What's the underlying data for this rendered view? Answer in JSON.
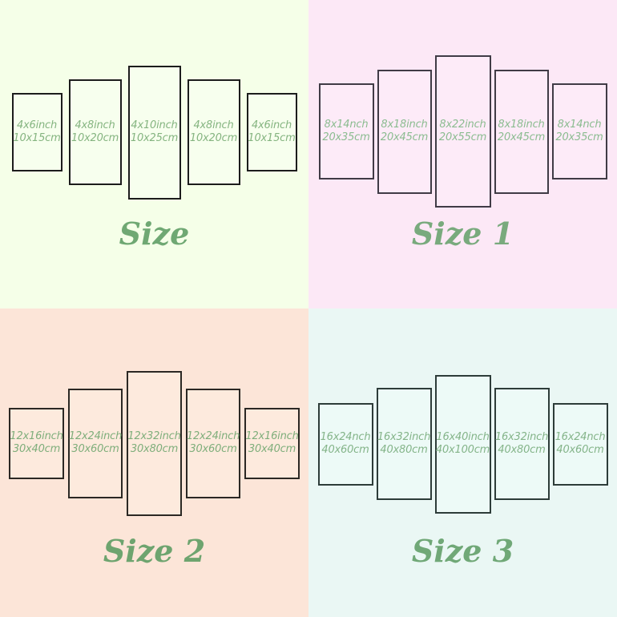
{
  "quadrants": [
    {
      "label": "Size",
      "bg": "#f5ffe8",
      "panel_fill": "#f7ffee",
      "panel_border": "#1c1c1c",
      "text_color": "#85b480",
      "label_color": "#6fa873",
      "panels": [
        {
          "inch": "4x6inch",
          "cm": "10x15cm"
        },
        {
          "inch": "4x8inch",
          "cm": "10x20cm"
        },
        {
          "inch": "4x10inch",
          "cm": "10x25cm"
        },
        {
          "inch": "4x8inch",
          "cm": "10x20cm"
        },
        {
          "inch": "4x6inch",
          "cm": "10x15cm"
        }
      ]
    },
    {
      "label": "Size 1",
      "bg": "#fce8f6",
      "panel_fill": "#fdebf8",
      "panel_border": "#403b46",
      "text_color": "#8bbc90",
      "label_color": "#79aa7d",
      "panels": [
        {
          "inch": "8x14nch",
          "cm": "20x35cm"
        },
        {
          "inch": "8x18inch",
          "cm": "20x45cm"
        },
        {
          "inch": "8x22inch",
          "cm": "20x55cm"
        },
        {
          "inch": "8x18inch",
          "cm": "20x45cm"
        },
        {
          "inch": "8x14nch",
          "cm": "20x35cm"
        }
      ]
    },
    {
      "label": "Size 2",
      "bg": "#fce5d8",
      "panel_fill": "#fdeadd",
      "panel_border": "#2b2824",
      "text_color": "#7fae7b",
      "label_color": "#6ea46f",
      "panels": [
        {
          "inch": "12x16inch",
          "cm": "30x40cm"
        },
        {
          "inch": "12x24inch",
          "cm": "30x60cm"
        },
        {
          "inch": "12x32inch",
          "cm": "30x80cm"
        },
        {
          "inch": "12x24inch",
          "cm": "30x60cm"
        },
        {
          "inch": "12x16inch",
          "cm": "30x40cm"
        }
      ]
    },
    {
      "label": "Size 3",
      "bg": "#eaf7f4",
      "panel_fill": "#edfaf7",
      "panel_border": "#2d3c39",
      "text_color": "#84b489",
      "label_color": "#70a877",
      "panels": [
        {
          "inch": "16x24nch",
          "cm": "40x60cm"
        },
        {
          "inch": "16x32inch",
          "cm": "40x80cm"
        },
        {
          "inch": "16x40inch",
          "cm": "40x100cm"
        },
        {
          "inch": "16x32inch",
          "cm": "40x80cm"
        },
        {
          "inch": "16x24nch",
          "cm": "40x60cm"
        }
      ]
    }
  ]
}
